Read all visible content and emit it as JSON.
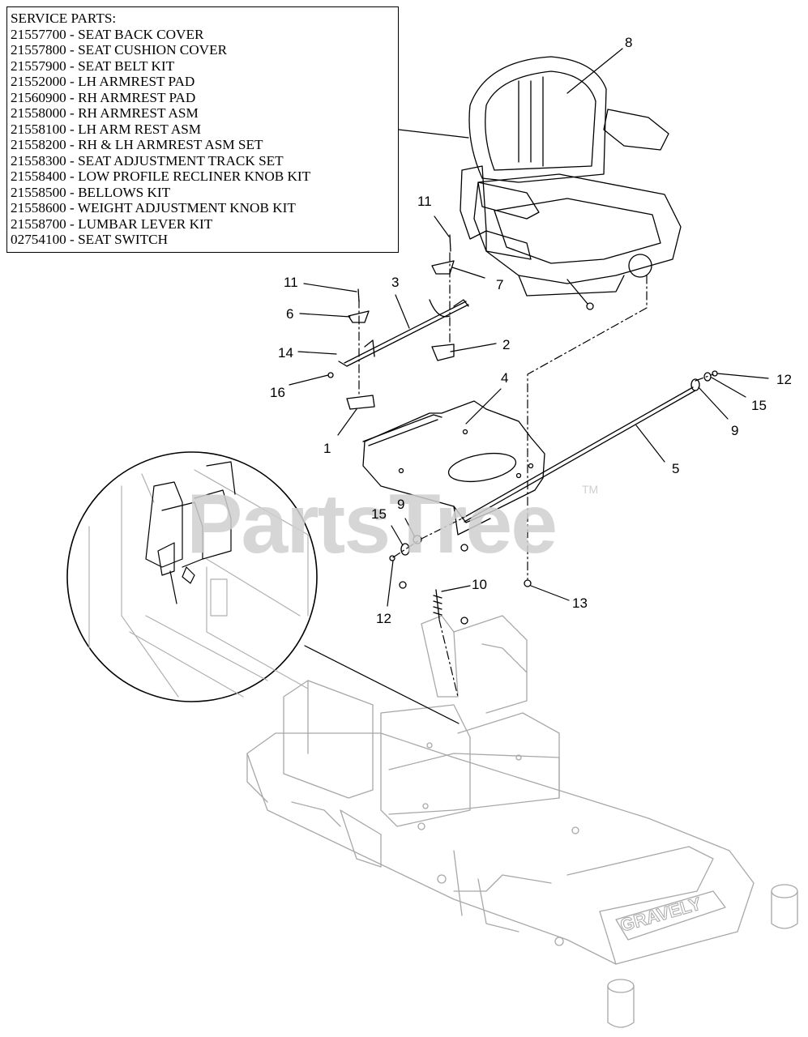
{
  "service_parts": {
    "title": "SERVICE PARTS:",
    "items": [
      "21557700 - SEAT BACK COVER",
      "21557800 - SEAT CUSHION COVER",
      "21557900 - SEAT BELT KIT",
      "21552000 - LH ARMREST PAD",
      "21560900 - RH ARMREST PAD",
      "21558000 - RH ARMREST ASM",
      "21558100 - LH ARM REST ASM",
      "21558200 - RH & LH ARMREST ASM SET",
      "21558300 - SEAT ADJUSTMENT TRACK SET",
      "21558400 - LOW PROFILE RECLINER KNOB KIT",
      "21558500 - BELLOWS KIT",
      "21558600 - WEIGHT ADJUSTMENT KNOB KIT",
      "21558700 - LUMBAR LEVER KIT",
      "02754100 - SEAT SWITCH"
    ]
  },
  "callouts": {
    "c1": "1",
    "c2": "2",
    "c3": "3",
    "c4": "4",
    "c5": "5",
    "c6": "6",
    "c7": "7",
    "c8": "8",
    "c9a": "9",
    "c9b": "9",
    "c10": "10",
    "c11a": "11",
    "c11b": "11",
    "c12a": "12",
    "c12b": "12",
    "c13": "13",
    "c14": "14",
    "c15a": "15",
    "c15b": "15",
    "c16": "16"
  },
  "watermark": {
    "text": "PartsTree",
    "tm": "TM"
  },
  "frame_logo": {
    "text": "GRAVELY"
  },
  "colors": {
    "line": "#000000",
    "frame_line": "#a8a8a8",
    "watermark": "#cfcfcf"
  }
}
